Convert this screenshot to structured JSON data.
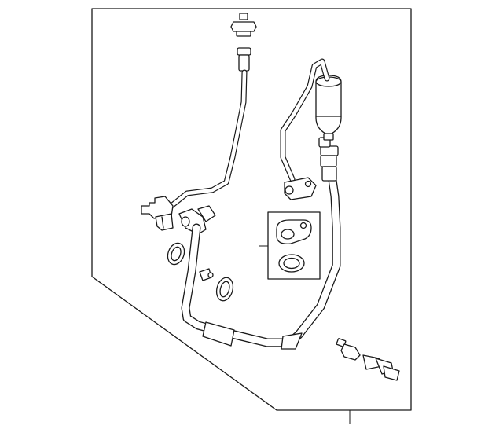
{
  "diagram": {
    "kind": "exploded parts illustration",
    "frame": "border-panel",
    "background_color": "#ffffff",
    "line_color": "#1a1a1a",
    "components": [
      "pressure-switch",
      "suction-pipe-fitting",
      "suction-pipe",
      "manifold-block",
      "service-valve",
      "o-ring-left",
      "service-port-stub",
      "o-ring-lower",
      "discharge-pipe",
      "muffler",
      "gasket-kit",
      "discharge-hose",
      "schrader-valve",
      "charge-valve"
    ]
  }
}
